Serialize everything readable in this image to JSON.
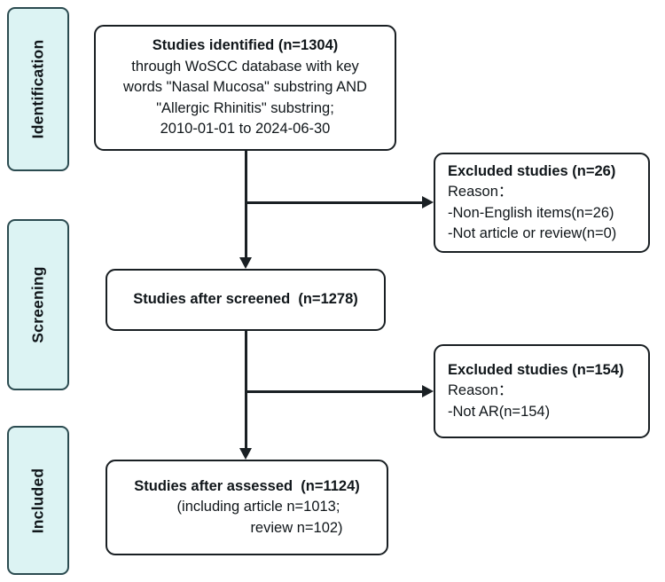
{
  "diagram": {
    "title": "PRISMA study selection flow diagram",
    "colors": {
      "phase_fill": "#dcf3f3",
      "phase_border": "#2b4b50",
      "box_border": "#191f23",
      "box_fill": "#ffffff",
      "connector": "#1a2024",
      "text": "#10161a"
    }
  },
  "phases": [
    {
      "id": "identification",
      "label": "Identification"
    },
    {
      "id": "screening",
      "label": "Screening"
    },
    {
      "id": "included",
      "label": "Included"
    }
  ],
  "boxes": {
    "identified": {
      "lines": [
        {
          "text": "Studies identified (n=1304)",
          "bold": true
        },
        {
          "text": "through WoSCC database with key",
          "bold": false
        },
        {
          "text": "words \"Nasal Mucosa\" substring AND",
          "bold": false
        },
        {
          "text": "\"Allergic Rhinitis\" substring;",
          "bold": false
        },
        {
          "text": "2010-01-01 to 2024-06-30",
          "bold": false
        }
      ]
    },
    "screened": {
      "lines": [
        {
          "text": "Studies after screened  (n=1278)",
          "bold": true
        }
      ]
    },
    "assessed": {
      "lines": [
        {
          "text": "Studies after assessed  (n=1124)",
          "bold": true
        },
        {
          "text": "(including article n=1013;",
          "bold": false
        },
        {
          "text": "review n=102)",
          "bold": false
        }
      ]
    },
    "excluded_1": {
      "lines": [
        {
          "text": "Excluded studies (n=26)",
          "bold": true
        },
        {
          "text": "Reason：",
          "bold": false
        },
        {
          "text": "-Non-English items(n=26)",
          "bold": false
        },
        {
          "text": "-Not article or review(n=0)",
          "bold": false
        }
      ]
    },
    "excluded_2": {
      "lines": [
        {
          "text": "Excluded studies (n=154)",
          "bold": true
        },
        {
          "text": "Reason：",
          "bold": false
        },
        {
          "text": "-Not AR(n=154)",
          "bold": false
        }
      ]
    }
  },
  "connectors": [
    {
      "id": "identified-to-screened",
      "type": "arrow-down-icon"
    },
    {
      "id": "identified-to-excluded-1",
      "type": "arrow-right-icon"
    },
    {
      "id": "screened-to-assessed",
      "type": "arrow-down-icon"
    },
    {
      "id": "screened-to-excluded-2",
      "type": "arrow-right-icon"
    }
  ],
  "chart_data": {
    "type": "flowchart",
    "title": "PRISMA study selection flow diagram",
    "nodes": [
      {
        "id": "identified",
        "stage": "Identification",
        "label": "Studies identified",
        "n": 1304
      },
      {
        "id": "excluded_1",
        "stage": "Identification",
        "label": "Excluded studies",
        "n": 26
      },
      {
        "id": "screened",
        "stage": "Screening",
        "label": "Studies after screened",
        "n": 1278
      },
      {
        "id": "excluded_2",
        "stage": "Screening",
        "label": "Excluded studies",
        "n": 154
      },
      {
        "id": "assessed",
        "stage": "Included",
        "label": "Studies after assessed",
        "n": 1124
      }
    ],
    "breakdown": {
      "excluded_1": [
        {
          "reason": "Non-English items",
          "n": 26
        },
        {
          "reason": "Not article or review",
          "n": 0
        }
      ],
      "excluded_2": [
        {
          "reason": "Not AR",
          "n": 154
        }
      ],
      "assessed": [
        {
          "type": "article",
          "n": 1013
        },
        {
          "type": "review",
          "n": 102
        }
      ]
    },
    "edges": [
      {
        "from": "identified",
        "to": "screened"
      },
      {
        "from": "identified",
        "to": "excluded_1"
      },
      {
        "from": "screened",
        "to": "assessed"
      },
      {
        "from": "screened",
        "to": "excluded_2"
      }
    ],
    "database": "WoSCC",
    "keywords": [
      "Nasal Mucosa",
      "Allergic Rhinitis"
    ],
    "date_range": [
      "2010-01-01",
      "2024-06-30"
    ]
  }
}
